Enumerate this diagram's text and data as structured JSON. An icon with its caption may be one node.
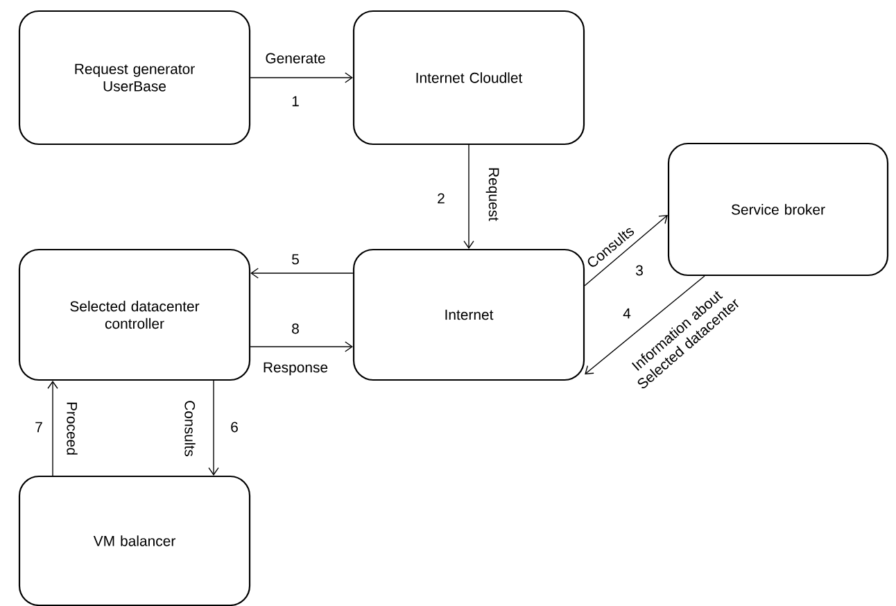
{
  "diagram": {
    "nodes": [
      {
        "text": [
          "Request generator UserBase"
        ]
      },
      {
        "text": [
          "Internet Cloudlet"
        ]
      },
      {
        "text": [
          "Service broker"
        ]
      },
      {
        "text": [
          "Selected datacenter controller"
        ]
      },
      {
        "text": [
          "Internet"
        ]
      },
      {
        "text": [
          "VM balancer"
        ]
      }
    ],
    "edges": [
      {
        "from": 0,
        "to": 1,
        "arrow": "to",
        "label": "Generate"
      },
      {
        "from": 1,
        "to": 4,
        "arrow": "to",
        "label": "Request"
      },
      {
        "from": 4,
        "to": 2,
        "arrow": "to",
        "label": "Consults"
      },
      {
        "from": 2,
        "to": 4,
        "arrow": "to",
        "label": "Information about Selected datacenter"
      },
      {
        "from": 4,
        "to": 3,
        "arrow": "to"
      },
      {
        "from": 3,
        "to": 4,
        "arrow": "to",
        "label": "Response"
      },
      {
        "from": 3,
        "to": 5,
        "arrow": "to",
        "label": "Consults"
      },
      {
        "from": 5,
        "to": 3,
        "arrow": "to",
        "label": "Proceed"
      }
    ],
    "labels": [
      "1",
      "2",
      "3",
      "4",
      "5",
      "8",
      "6",
      "7"
    ]
  }
}
